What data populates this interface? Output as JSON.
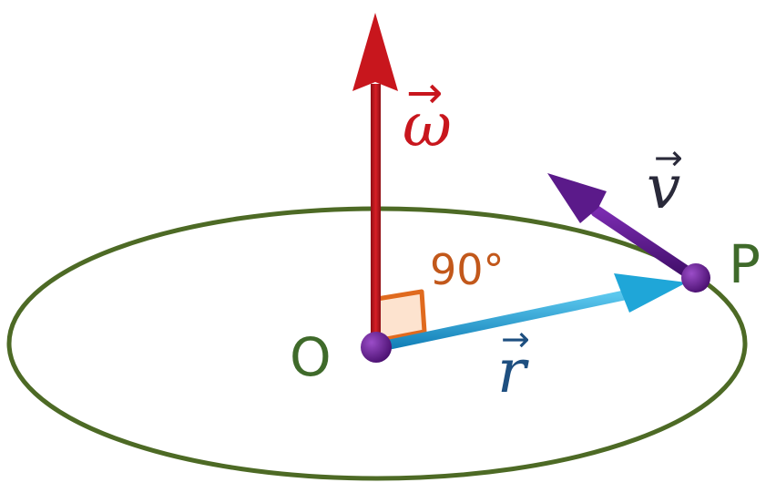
{
  "diagram": {
    "origin_label": "O",
    "point_label": "P",
    "angle_label": "90°",
    "vectors": {
      "omega": {
        "symbol": "ω",
        "arrow": "→",
        "color": "#c8161d"
      },
      "r": {
        "symbol": "r",
        "arrow": "→",
        "color": "#1fa6d8",
        "label_color": "#1e4f80"
      },
      "v": {
        "symbol": "v",
        "arrow": "→",
        "color": "#5b1a8a",
        "label_color": "#2a2a3a"
      }
    },
    "colors": {
      "ellipse": "#4d6a25",
      "points": "#6a1f8f",
      "right_angle_fill": "#fde3cf",
      "right_angle_stroke": "#e06a1e",
      "angle_text": "#c2581b",
      "point_labels": "#3f6a2a"
    }
  }
}
